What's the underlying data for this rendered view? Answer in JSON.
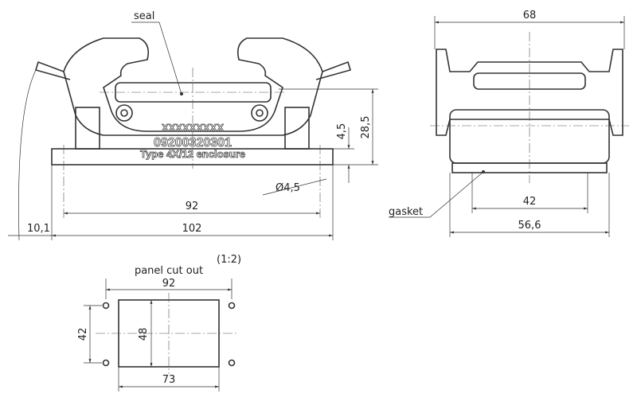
{
  "front_view": {
    "seal_label": "seal",
    "marking": [
      "XXXXXXXXX",
      "09200320301",
      "Type 4X/12 enclosure"
    ],
    "dims": {
      "height_total": "28,5",
      "plate_height": "4,5",
      "hole_dia": "Ø4,5",
      "hole_spacing": "92",
      "length": "102",
      "lever_overhang": "10,1"
    }
  },
  "side_view": {
    "gasket_label": "gasket",
    "dims": {
      "width_top": "68",
      "inner": "42",
      "width_base": "56,6"
    }
  },
  "scale": "(1:2)",
  "panel_cutout": {
    "title": "panel cut out",
    "dims": {
      "hole_spacing_x": "92",
      "hole_spacing_y": "42",
      "cut_height": "48",
      "cut_width": "73"
    }
  }
}
